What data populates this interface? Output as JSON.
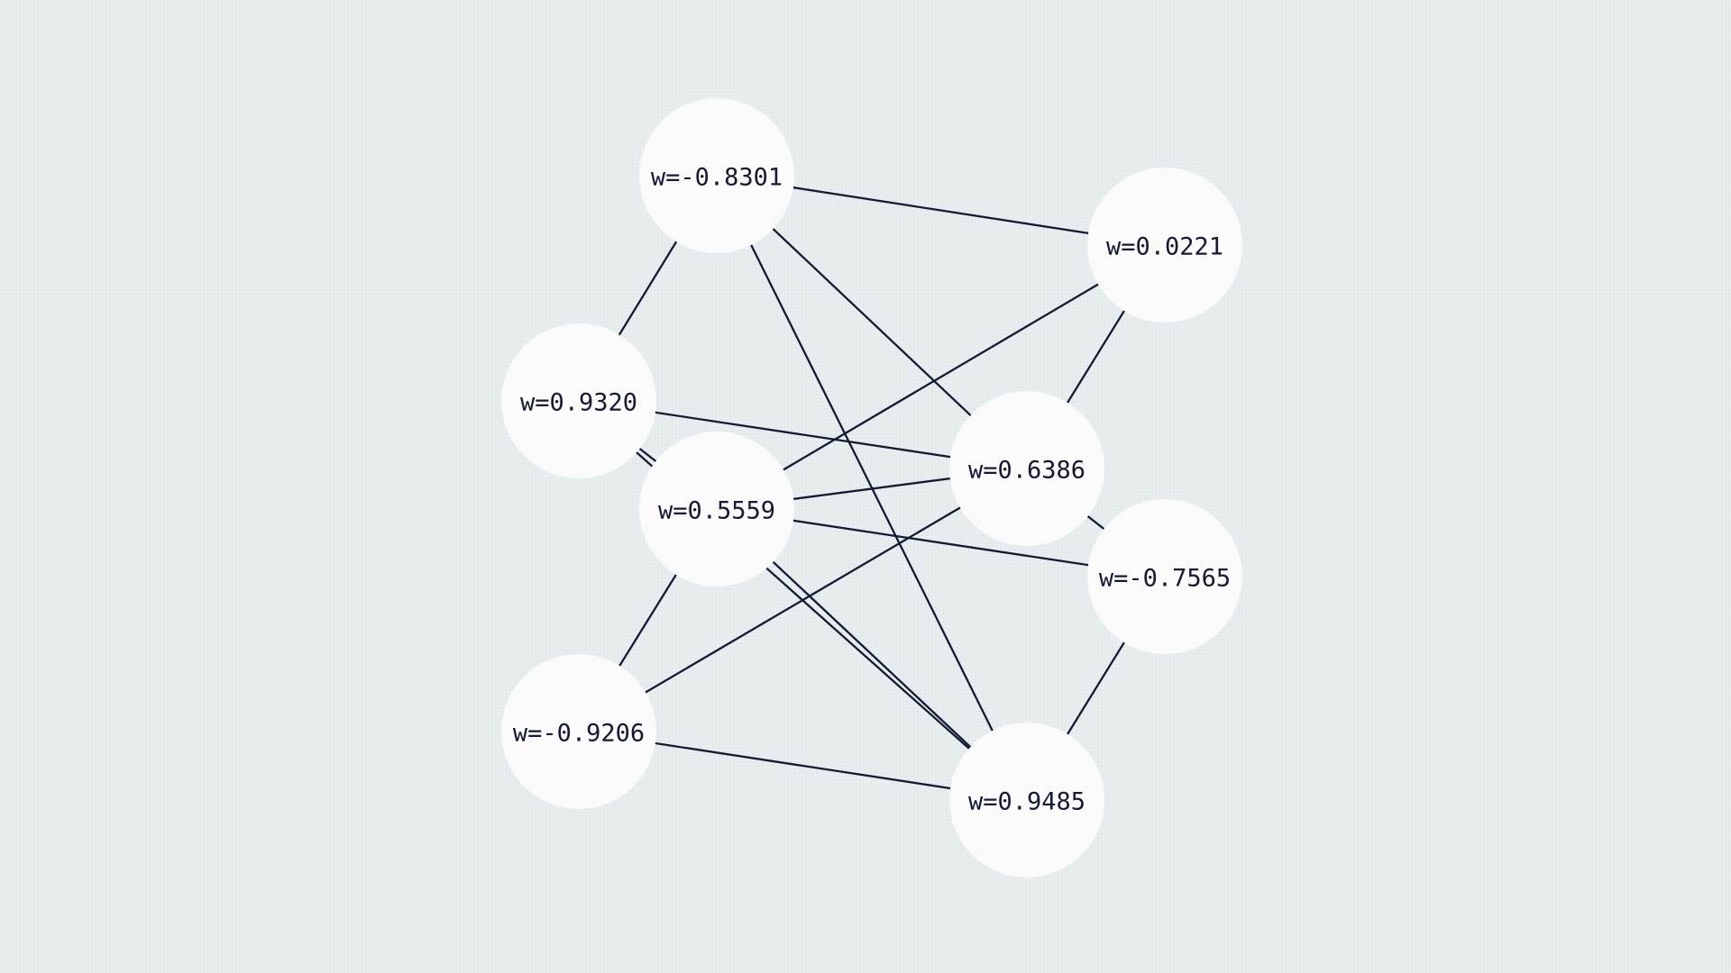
{
  "nodes": [
    {
      "id": "n1",
      "label": "w=-0.8301"
    },
    {
      "id": "n2",
      "label": "w=0.0221"
    },
    {
      "id": "n3",
      "label": "w=0.9320"
    },
    {
      "id": "n4",
      "label": "w=0.5559"
    },
    {
      "id": "n5",
      "label": "w=0.6386"
    },
    {
      "id": "n6",
      "label": "w=-0.7565"
    },
    {
      "id": "n7",
      "label": "w=-0.9206"
    },
    {
      "id": "n8",
      "label": "w=0.9485"
    }
  ],
  "edges": [
    [
      "n1",
      "n2"
    ],
    [
      "n1",
      "n3"
    ],
    [
      "n1",
      "n5"
    ],
    [
      "n1",
      "n8"
    ],
    [
      "n2",
      "n4"
    ],
    [
      "n2",
      "n5"
    ],
    [
      "n3",
      "n4"
    ],
    [
      "n3",
      "n5"
    ],
    [
      "n3",
      "n8"
    ],
    [
      "n4",
      "n5"
    ],
    [
      "n4",
      "n6"
    ],
    [
      "n4",
      "n7"
    ],
    [
      "n4",
      "n8"
    ],
    [
      "n5",
      "n6"
    ],
    [
      "n5",
      "n7"
    ],
    [
      "n6",
      "n8"
    ],
    [
      "n7",
      "n8"
    ]
  ],
  "colors": {
    "background": "#e8eeef",
    "node_fill": "#fafafa",
    "edge": "#151a33",
    "text": "#151a33"
  }
}
